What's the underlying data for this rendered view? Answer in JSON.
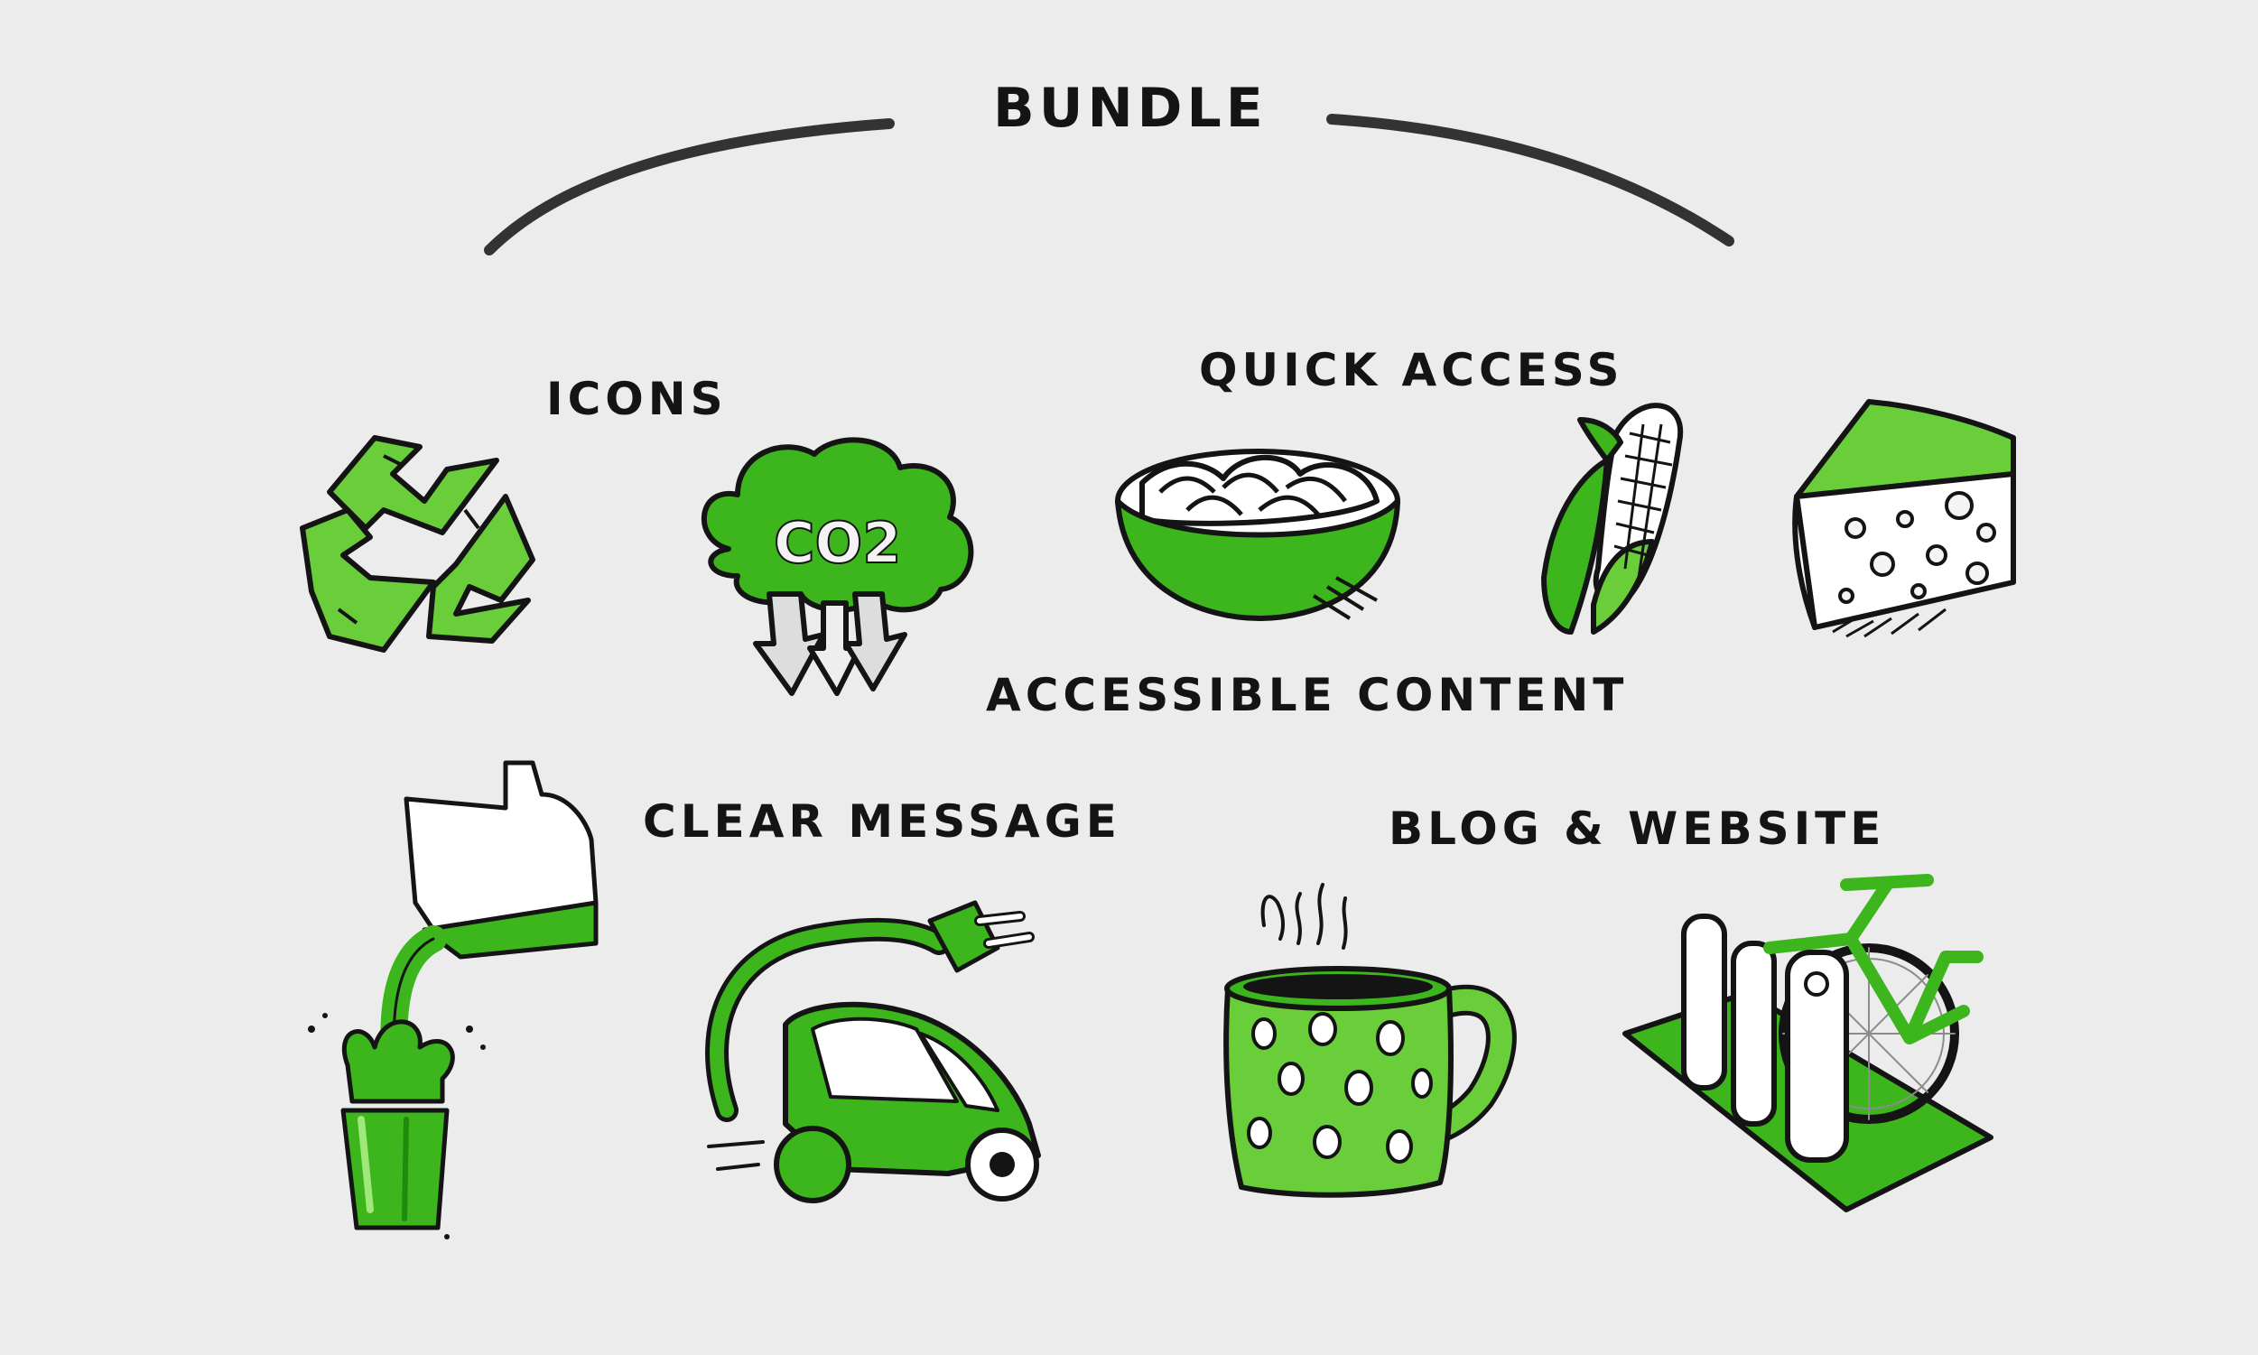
{
  "title": "BUNDLE",
  "labels": {
    "icons": "ICONS",
    "quick_access": "QUICK ACCESS",
    "accessible_content": "ACCESSIBLE CONTENT",
    "clear_message": "CLEAR MESSAGE",
    "blog_website": "BLOG & WEBSITE"
  },
  "co2_text": "CO2",
  "colors": {
    "background": "#ececec",
    "ink": "#141414",
    "green": "#3db51d",
    "light_green": "#6acd3a",
    "white": "#ffffff"
  },
  "illustrations": [
    "recycle-icon",
    "co2-cloud-icon",
    "noodle-bowl-icon",
    "corn-icon",
    "cheese-icon",
    "milk-pour-icon",
    "electric-car-icon",
    "polka-dot-mug-icon",
    "bicycle-stand-icon"
  ]
}
